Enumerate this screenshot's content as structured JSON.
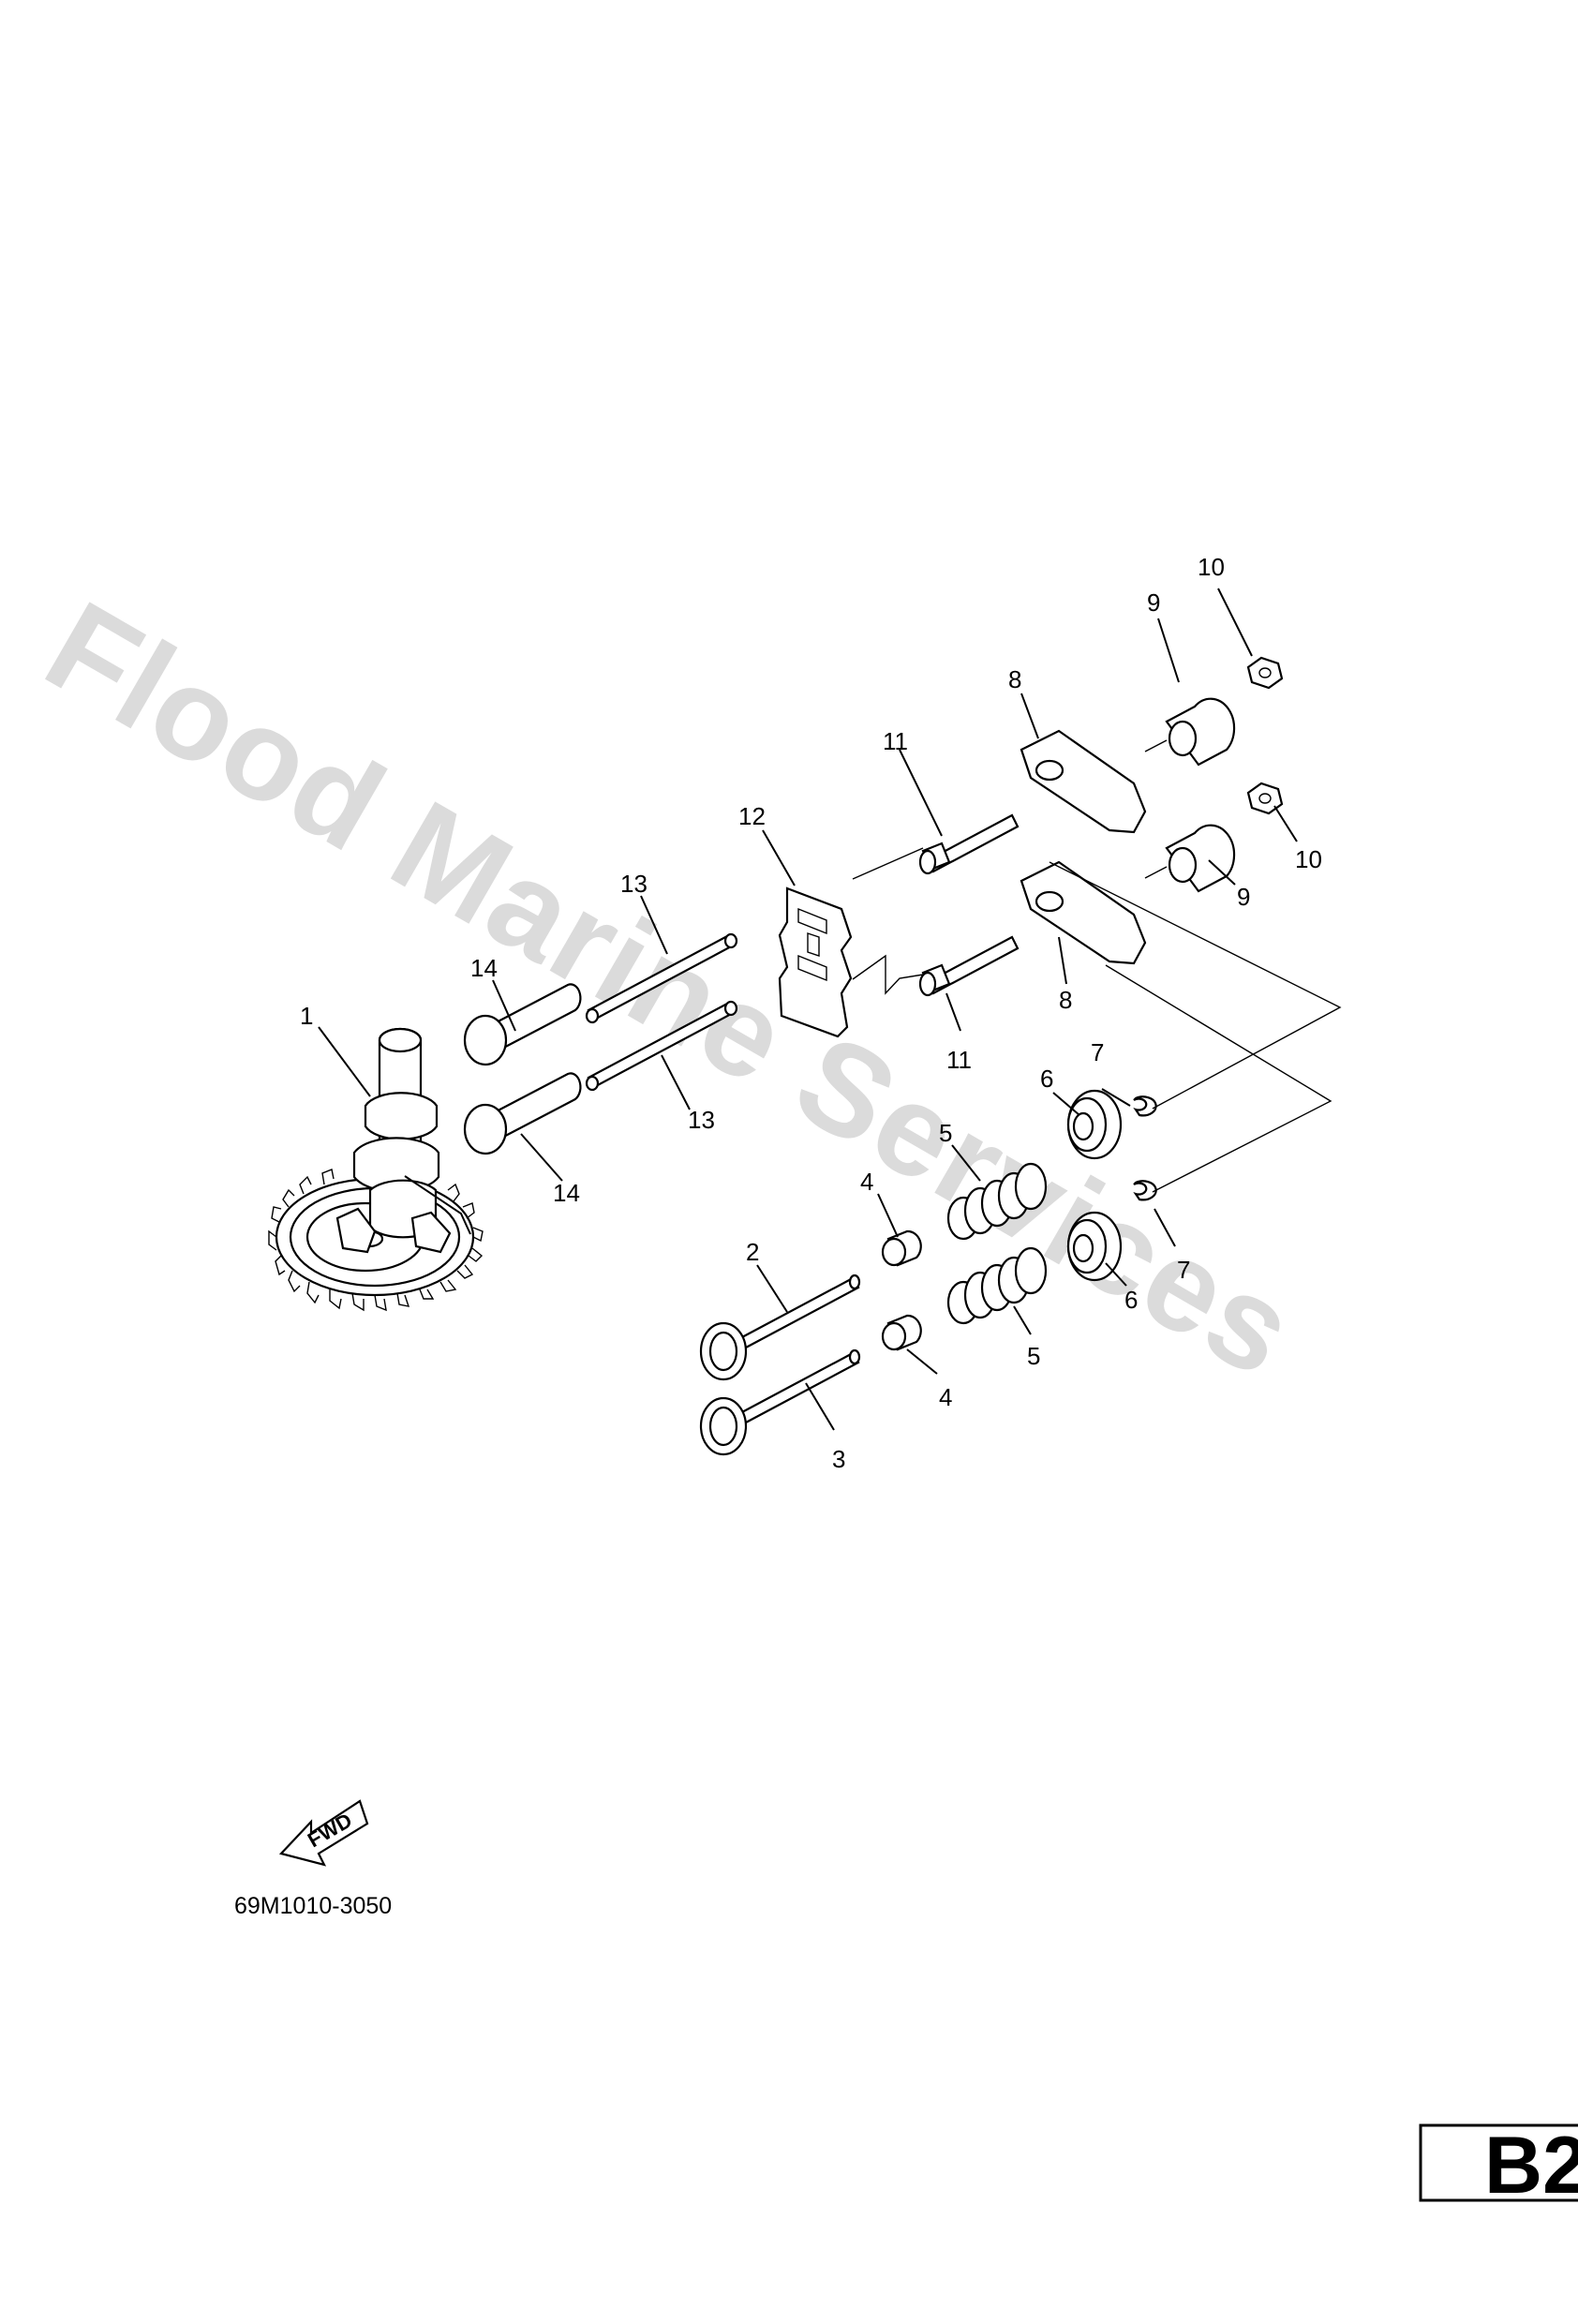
{
  "watermark": "Flood Marine Services",
  "callouts": {
    "c1": "1",
    "c2": "2",
    "c3": "3",
    "c4a": "4",
    "c4b": "4",
    "c5a": "5",
    "c5b": "5",
    "c6a": "6",
    "c6b": "6",
    "c7a": "7",
    "c7b": "7",
    "c8a": "8",
    "c8b": "8",
    "c9a": "9",
    "c9b": "9",
    "c10a": "10",
    "c10b": "10",
    "c11a": "11",
    "c11b": "11",
    "c12": "12",
    "c13a": "13",
    "c13b": "13",
    "c14a": "14",
    "c14b": "14"
  },
  "fwd_label": "FWD",
  "drawing_code": "69M1010-3050",
  "page_tab": "B2",
  "icons": {
    "forward_arrow": "fwd-arrow-icon"
  },
  "colors": {
    "ink": "#000000",
    "watermark": "#cfcfcf",
    "background": "#ffffff"
  }
}
